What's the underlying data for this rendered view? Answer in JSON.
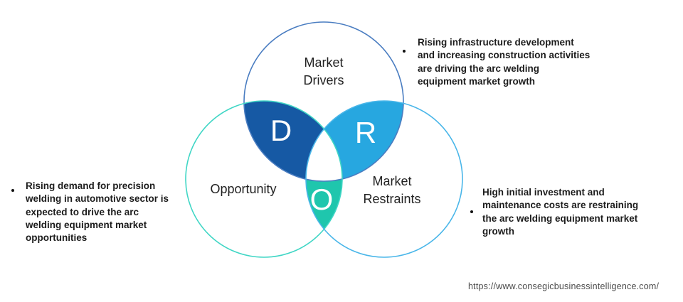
{
  "venn": {
    "colors": {
      "drivers_stroke": "#4a7dc1",
      "opportunity_stroke": "#3fd6c5",
      "restraints_stroke": "#49b6e9",
      "drivers_opportunity_fill": "#1659a4",
      "drivers_restraints_fill": "#27a7e0",
      "opportunity_restraints_fill": "#1fc6ad"
    },
    "labels": {
      "drivers": "Market\nDrivers",
      "opportunity": "Opportunity",
      "restraints": "Market\nRestraints"
    },
    "letters": {
      "drivers_opportunity": "D",
      "drivers_restraints": "R",
      "opportunity_restraints": "O"
    }
  },
  "notes": {
    "drivers": "Rising infrastructure development\nand increasing construction activities\nare driving the arc welding\nequipment market growth",
    "opportunity": "Rising demand for precision\nwelding in automotive sector is\nexpected to drive the arc\nwelding equipment market\nopportunities",
    "restraints": "High initial investment and\nmaintenance costs are restraining\nthe arc welding equipment market\ngrowth"
  },
  "footer": {
    "url": "https://www.consegicbusinessintelligence.com/"
  }
}
